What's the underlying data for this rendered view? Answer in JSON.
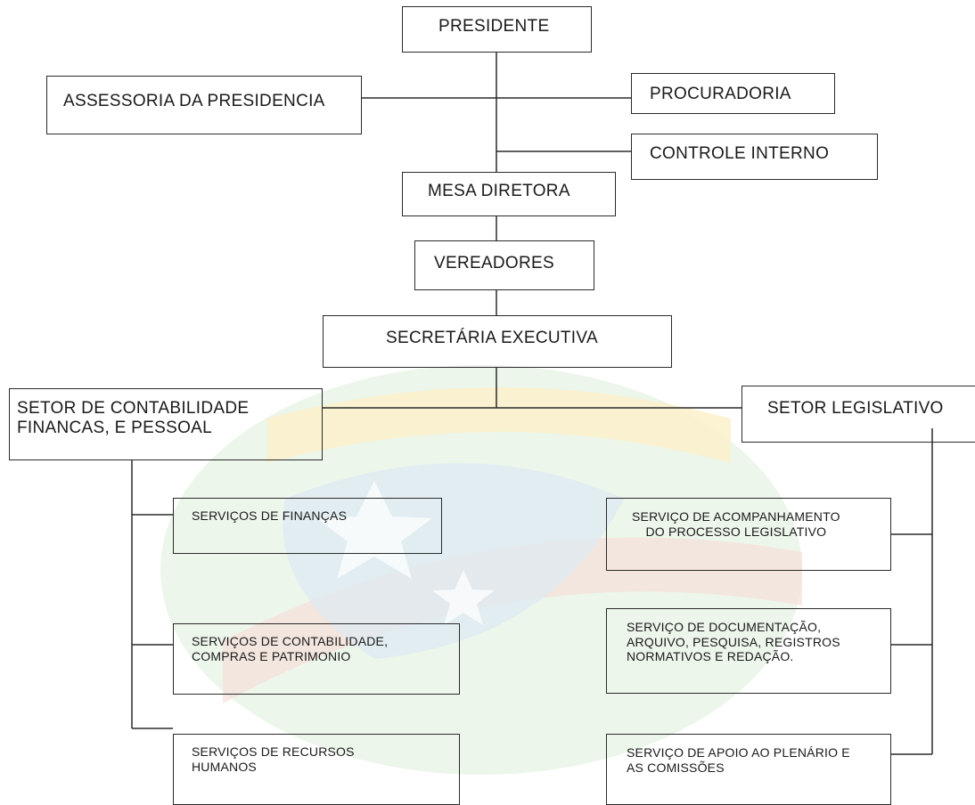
{
  "org_chart": {
    "presidente": "PRESIDENTE",
    "assessoria": "ASSESSORIA DA PRESIDENCIA",
    "procuradoria": "PROCURADORIA",
    "controle_interno": "CONTROLE INTERNO",
    "mesa_diretora": "MESA DIRETORA",
    "vereadores": "VEREADORES",
    "secretaria_executiva": "SECRETÁRIA EXECUTIVA",
    "setor_contabilidade": "SETOR DE CONTABILIDADE\nFINANCAS, E PESSOAL",
    "setor_legislativo": "SETOR LEGISLATIVO",
    "servicos_financas": "SERVIÇOS DE FINANÇAS",
    "servicos_contabilidade": "SERVIÇOS DE CONTABILIDADE,\nCOMPRAS E PATRIMONIO",
    "servicos_recursos_humanos": "SERVIÇOS DE RECURSOS\nHUMANOS",
    "servico_acompanhamento": "SERVIÇO DE ACOMPANHAMENTO\nDO PROCESSO LEGISLATIVO",
    "servico_documentacao": "SERVIÇO DE DOCUMENTAÇÃO,\nARQUIVO, PESQUISA, REGISTROS\nNORMATIVOS E REDAÇÃO.",
    "servico_apoio_plenario": "SERVIÇO DE APOIO AO PLENÁRIO E\nAS COMISSÕES"
  },
  "colors": {
    "line": "#2a2a2a",
    "watermark_green": "#e6f2e2",
    "watermark_yellow": "#fbf0c8",
    "watermark_blue": "#dde9f4",
    "watermark_red": "#f6dcd6"
  }
}
